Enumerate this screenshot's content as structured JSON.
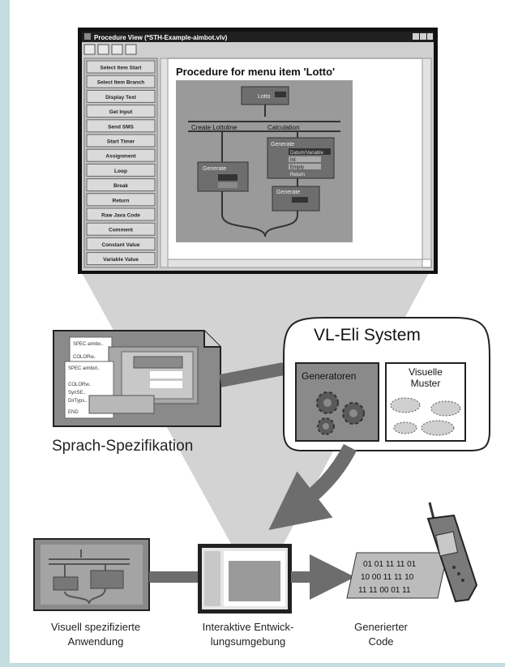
{
  "window": {
    "title": "Procedure View (*STH-Example-aimbot.vlv)",
    "heading": "Procedure for menu item 'Lotto'",
    "toolbar_icons": [
      "save-icon",
      "copy-icon",
      "print-icon",
      "edit-icon"
    ],
    "palette": [
      "Select Item Start",
      "Select Item Branch",
      "Display Text",
      "Get Input",
      "Send SMS",
      "Start Timer",
      "Assignment",
      "Loop",
      "Break",
      "Return",
      "Raw Java Code",
      "Comment",
      "Constant Value",
      "Variable Value"
    ],
    "flow": {
      "top_node": "Lotto",
      "left_branch": "Create Lottoline",
      "right_branch": "Calculation",
      "left_node": "Generate",
      "right_rows": [
        "Generate",
        "Datum/Variable",
        "Int",
        "Empty",
        "Return"
      ],
      "lower_node": "Generate"
    }
  },
  "vl_eli": {
    "title": "VL-Eli System",
    "generators": "Generatoren",
    "patterns_line1": "Visuelle",
    "patterns_line2": "Muster"
  },
  "spec": {
    "label": "Sprach-Spezifikation",
    "lines": [
      "SPEC aimbo..",
      "COLORw..",
      "SPEC aimbot..",
      "COLORw..",
      "SynSE..",
      "DirTyps..",
      "END"
    ]
  },
  "bottom": {
    "app_line1": "Visuell spezifizierte",
    "app_line2": "Anwendung",
    "ide_line1": "Interaktive Entwick-",
    "ide_line2": "lungsumgebung",
    "code_line1": "Generierter",
    "code_line2": "Code",
    "code_rows": [
      "01 01 11 11 01",
      "10 00 11 11 10",
      "11 11 00 01 11"
    ]
  }
}
